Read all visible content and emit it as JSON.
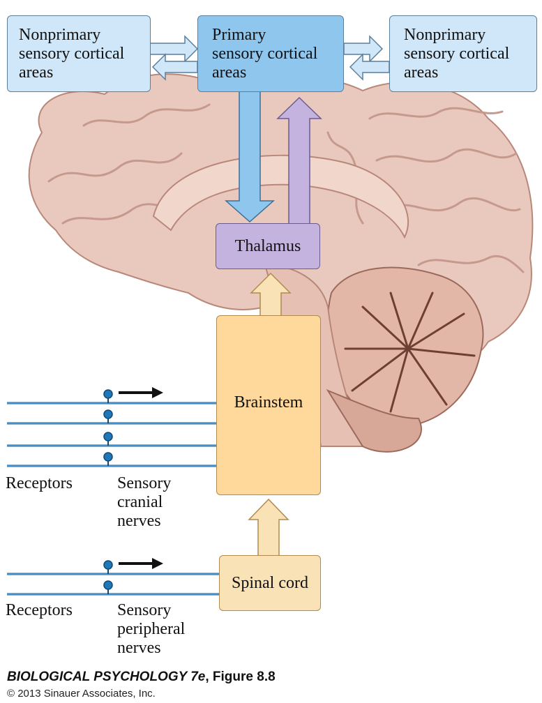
{
  "boxes": {
    "nonprimary_left": [
      "Nonprimary",
      "sensory cortical",
      "areas"
    ],
    "primary": [
      "Primary",
      "sensory cortical",
      "areas"
    ],
    "nonprimary_right": [
      "Nonprimary",
      "sensory cortical",
      "areas"
    ],
    "thalamus": "Thalamus",
    "brainstem": "Brainstem",
    "spinal_cord": "Spinal cord"
  },
  "labels": {
    "receptors_upper": "Receptors",
    "cranial_nerves": [
      "Sensory",
      "cranial",
      "nerves"
    ],
    "receptors_lower": "Receptors",
    "peripheral_nerves": [
      "Sensory",
      "peripheral",
      "nerves"
    ]
  },
  "caption": {
    "title_italic": "BIOLOGICAL PSYCHOLOGY 7e",
    "title_rest": ", Figure 8.8",
    "copyright": "© 2013 Sinauer Associates, Inc."
  },
  "colors": {
    "brain": "#e9c9bd",
    "brain_dark": "#b9877a",
    "nerve": "#1f76b8",
    "cortex_arrow": "#8fc6ee",
    "thalamus_arrow": "#c5b3df",
    "ascending_arrow": "#fae2b7"
  }
}
